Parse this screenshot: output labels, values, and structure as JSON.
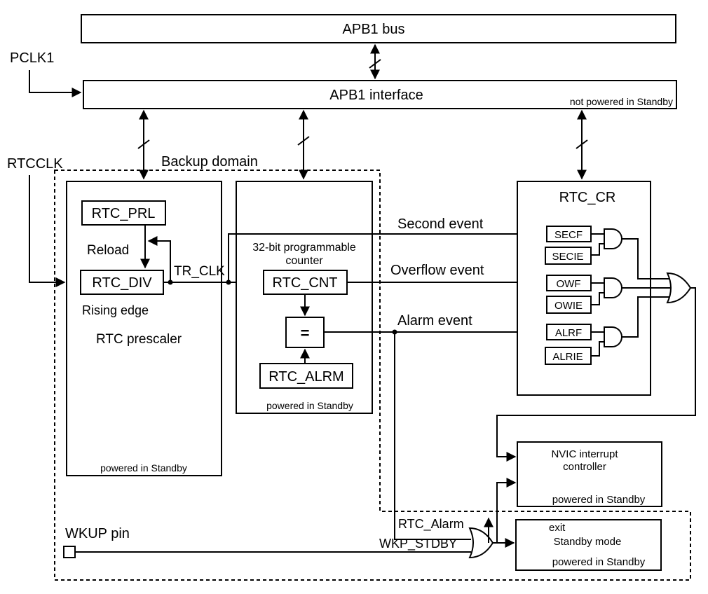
{
  "blocks": {
    "apb1_bus": "APB1 bus",
    "apb1_interface": "APB1 interface",
    "not_powered": "not powered in Standby",
    "backup_domain": "Backup domain",
    "rtc_prl": "RTC_PRL",
    "reload": "Reload",
    "rtc_div": "RTC_DIV",
    "rising_edge": "Rising edge",
    "rtc_prescaler": "RTC prescaler",
    "counter_title_1": "32-bit programmable",
    "counter_title_2": "counter",
    "rtc_cnt": "RTC_CNT",
    "comparator": "=",
    "rtc_alrm": "RTC_ALRM",
    "rtc_cr": "RTC_CR",
    "nvic_1": "NVIC interrupt",
    "nvic_2": "controller",
    "exit_1": "exit",
    "exit_2": "Standby mode",
    "powered_in_standby": "powered in Standby"
  },
  "flags": [
    "SECF",
    "SECIE",
    "OWF",
    "OWIE",
    "ALRF",
    "ALRIE"
  ],
  "signals": {
    "pclk1": "PCLK1",
    "rtcclk": "RTCCLK",
    "tr_clk": "TR_CLK",
    "second_event": "Second event",
    "overflow_event": "Overflow event",
    "alarm_event": "Alarm event",
    "wkup_pin": "WKUP pin",
    "wkp_stdby": "WKP_STDBY",
    "rtc_alarm": "RTC_Alarm"
  }
}
